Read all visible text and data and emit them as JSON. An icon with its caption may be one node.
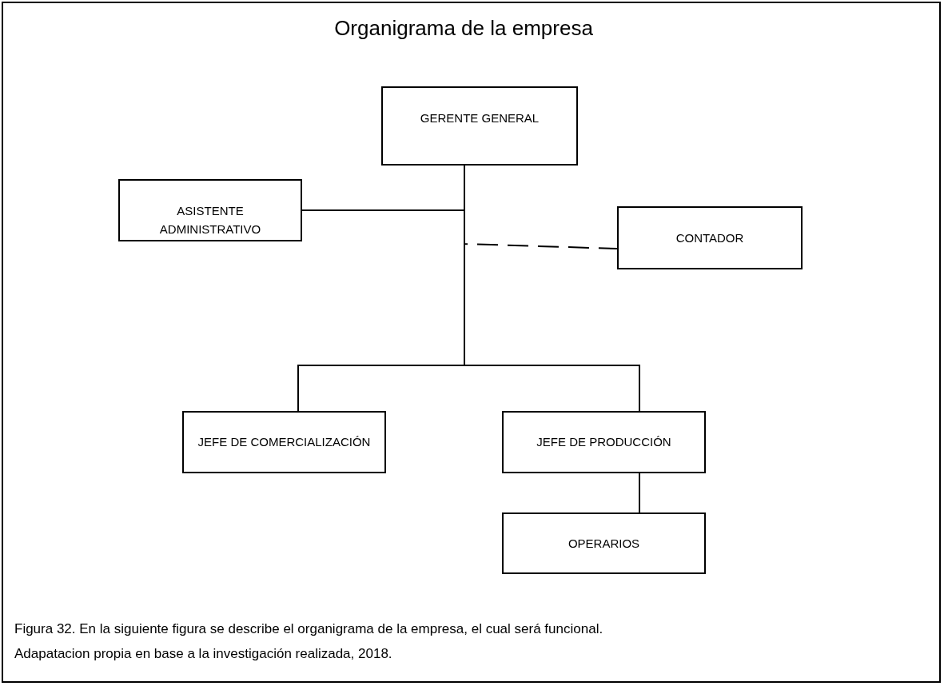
{
  "diagram": {
    "title": "Organigrama de la empresa",
    "caption": "Figura 32. En la siguiente figura se describe el organigrama de la empresa, el cual será funcional.",
    "nodes": [
      {
        "text": [
          "GERENTE GENERAL"
        ]
      },
      {
        "text": [
          "ASISTENTE ADMINISTRATIVO"
        ]
      },
      {
        "text": [
          "CONTADOR"
        ]
      },
      {
        "text": [
          "JEFE DE COMERCIALIZACIÓN"
        ]
      },
      {
        "text": [
          "JEFE DE PRODUCCIÓN"
        ]
      },
      {
        "text": [
          "OPERARIOS"
        ]
      }
    ],
    "edges": [
      {
        "from": 0,
        "to": 1,
        "arrow": "none"
      },
      {
        "from": 0,
        "to": 2,
        "arrow": "none",
        "style": "dashed"
      },
      {
        "from": 0,
        "to": 3,
        "arrow": "none"
      },
      {
        "from": 0,
        "to": 4,
        "arrow": "none"
      },
      {
        "from": 4,
        "to": 5,
        "arrow": "none"
      }
    ],
    "labels": [
      "Adapatacion propia en base a la investigación realizada, 2018."
    ]
  }
}
